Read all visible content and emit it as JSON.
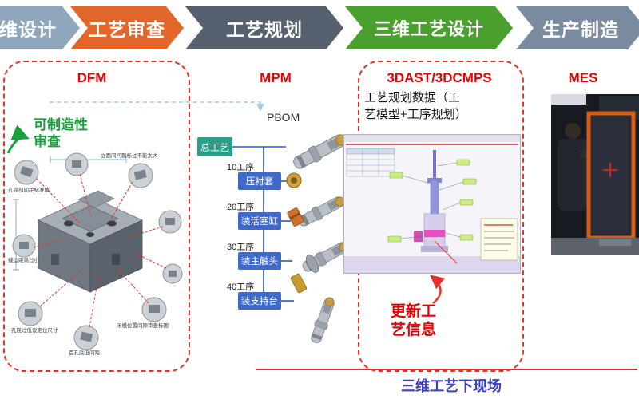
{
  "accent": {
    "red": "#e8312a",
    "green": "#18a13c",
    "caption_blue": "#3a3fc1"
  },
  "process_arrows": [
    {
      "label": "维设计",
      "color": "#8fa6bd"
    },
    {
      "label": "工艺审查",
      "color": "#e2662a"
    },
    {
      "label": "工艺规划",
      "color": "#57606e"
    },
    {
      "label": "三维工艺设计",
      "color": "#4aa02c"
    },
    {
      "label": "生产制造",
      "color": "#7b8b9f"
    }
  ],
  "dfm": {
    "title": "DFM",
    "review_note": "可制造性\n审查",
    "callouts": [
      "孔底部间距标准值",
      "立面间问题标注不能太大",
      "缝边距离过小",
      "孔底过低设定位尺寸",
      "百孔底低间距",
      "闭模位置间隙审查标图"
    ]
  },
  "mpm": {
    "title": "MPM",
    "pbom_label": "PBOM",
    "root": "总工艺",
    "steps": [
      {
        "op": "10工序",
        "task": "压衬套"
      },
      {
        "op": "20工序",
        "task": "装活塞缸"
      },
      {
        "op": "30工序",
        "task": "装主触头"
      },
      {
        "op": "40工序",
        "task": "装支持台"
      }
    ]
  },
  "dast": {
    "title": "3DAST/3DCMPS",
    "note": "工艺规划数据（工\n艺模型+工序规划）",
    "update_note": "更新工\n艺信息"
  },
  "mes": {
    "title": "MES"
  },
  "footer": {
    "caption": "三维工艺下现场"
  }
}
